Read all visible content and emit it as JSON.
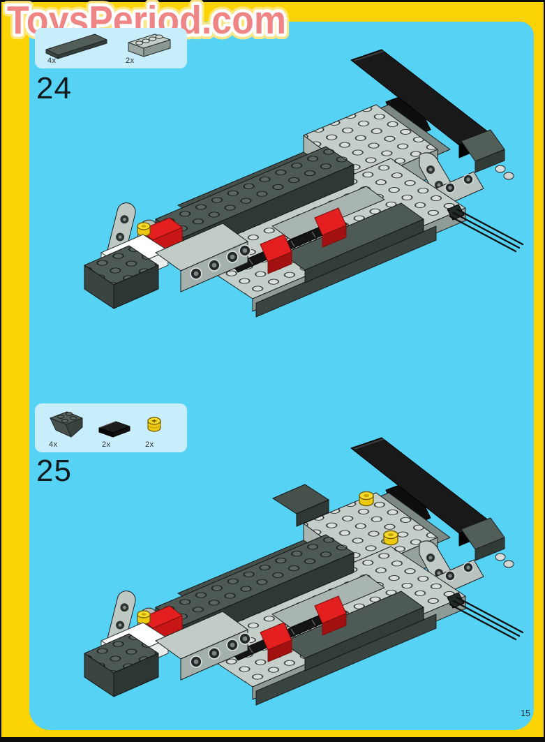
{
  "page": {
    "watermark": "ToysPeriod.com",
    "page_number": "15"
  },
  "colors": {
    "background_cyan": "#56d3f4",
    "frame_yellow": "#fcd303",
    "panel_blue": "#c9eefb",
    "watermark_pink": "#ef8585",
    "watermark_glow": "#ffe882",
    "lego_light_gray": "#c5cfca",
    "lego_dark_gray": "#4d5954",
    "lego_black": "#161616",
    "lego_red": "#e41f1f",
    "lego_white": "#ffffff",
    "lego_yellow_bush": "#f2d11c"
  },
  "steps": [
    {
      "number": "24",
      "parts": [
        {
          "icon": "tile-1x8-dark-gray",
          "count": "4x"
        },
        {
          "icon": "brick-1x4-light-gray",
          "count": "2x"
        }
      ]
    },
    {
      "number": "25",
      "parts": [
        {
          "icon": "slope-2x2-inverted-dark-gray",
          "count": "4x"
        },
        {
          "icon": "plate-1x2-black",
          "count": "2x"
        },
        {
          "icon": "bush-half-yellow",
          "count": "2x"
        }
      ]
    }
  ]
}
